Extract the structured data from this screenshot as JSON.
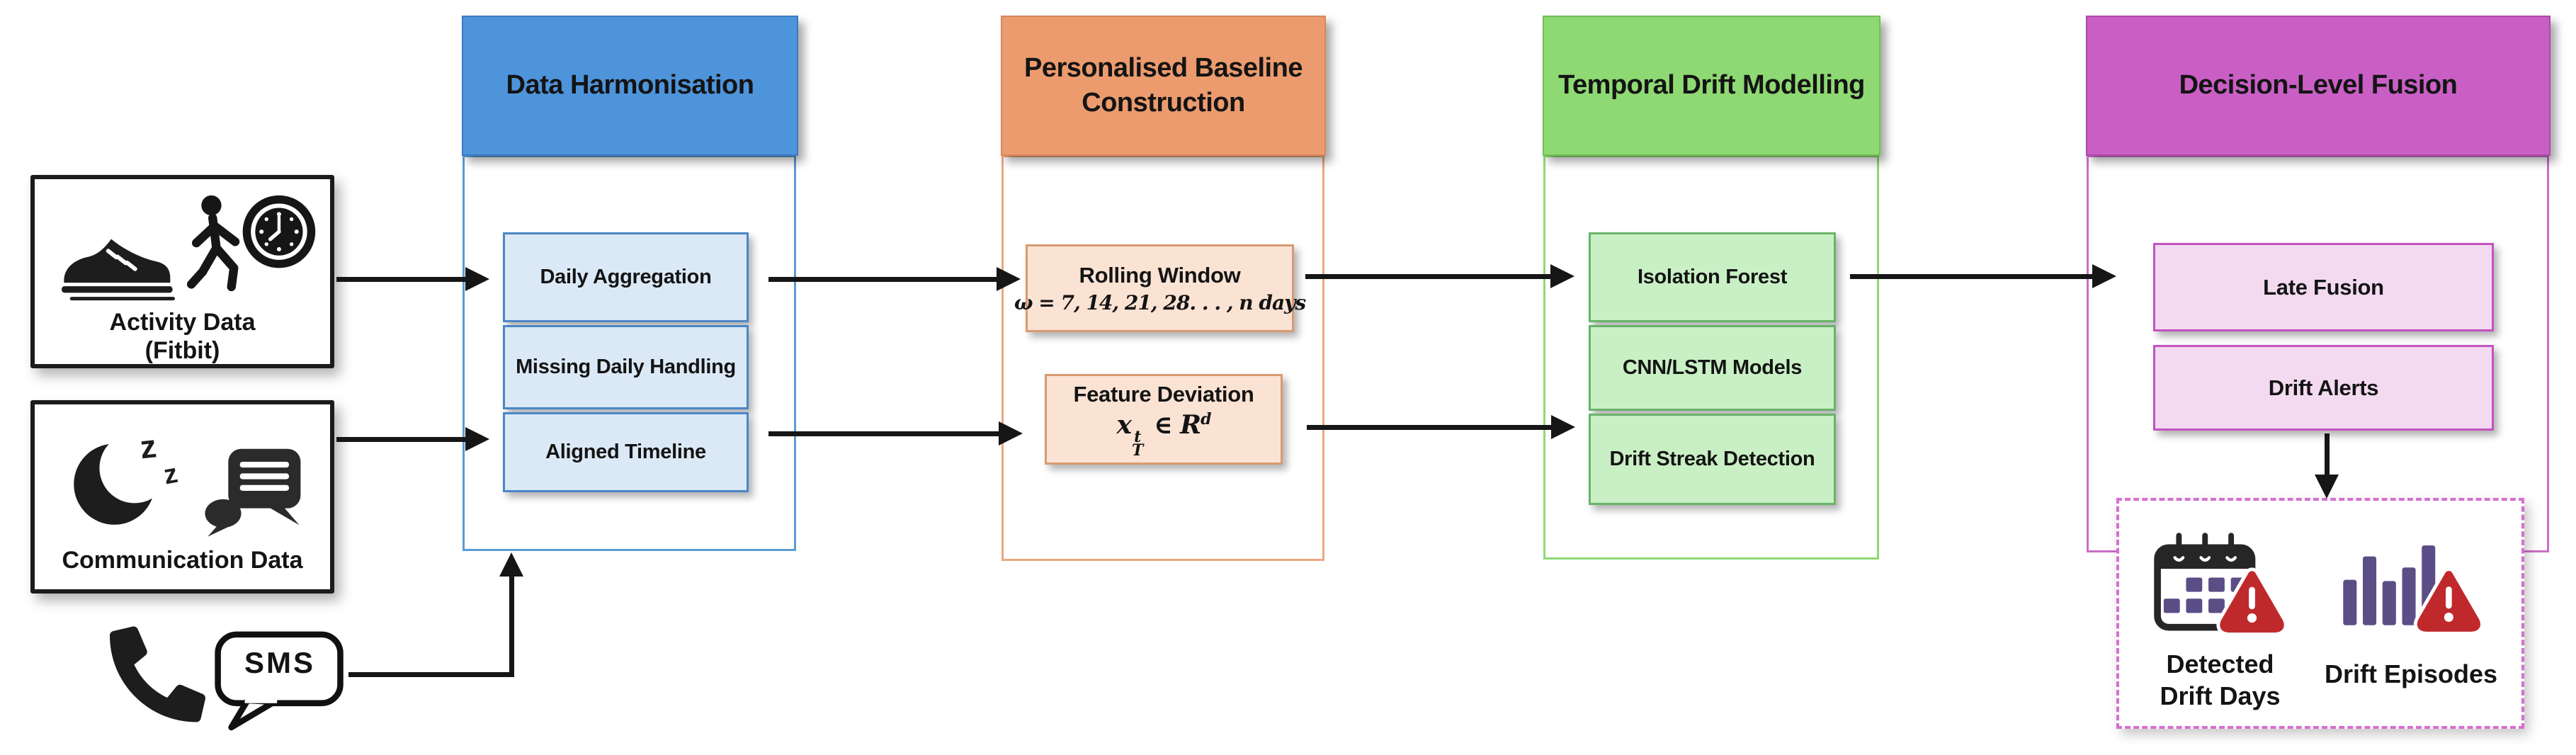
{
  "palette": {
    "harmonisation_header": "#4E94DB",
    "harmonisation_item": "#DBE9F7",
    "baseline_header": "#EC9B6E",
    "baseline_item": "#FBE3D4",
    "drift_header": "#8ED973",
    "drift_item": "#C9F0C4",
    "fusion_header": "#C95FC5",
    "fusion_item": "#F3DAF1",
    "dashed_border": "#D66FD0",
    "alert_red": "#C0292C",
    "bar_purple": "#5B4E86",
    "arrow_black": "#161616"
  },
  "inputs": {
    "activity": {
      "line1": "Activity Data",
      "line2": "(Fitbit)"
    },
    "communication": {
      "label": "Communication Data"
    },
    "sms": {
      "label": "SMS"
    }
  },
  "harmonisation": {
    "title": "Data Harmonisation",
    "item1": "Daily Aggregation",
    "item2": "Missing Daily Handling",
    "item3": "Aligned Timeline"
  },
  "baseline": {
    "title": "Personalised Baseline Construction",
    "rolling_title": "Rolling Window",
    "rolling_formula": "ω = 7, 14, 21, 28. . . , n days",
    "feature_title": "Feature Deviation",
    "feature_var": "x",
    "feature_sup": "t",
    "feature_sub": "T",
    "feature_in": "∈",
    "feature_set": "R",
    "feature_dim": "d"
  },
  "drift": {
    "title": "Temporal Drift Modelling",
    "item1": "Isolation Forest",
    "item2": "CNN/LSTM Models",
    "item3": "Drift Streak Detection"
  },
  "fusion": {
    "title": "Decision-Level Fusion",
    "item1": "Late Fusion",
    "item2": "Drift Alerts"
  },
  "outputs": {
    "detected_line1": "Detected",
    "detected_line2": "Drift Days",
    "episodes": "Drift Episodes"
  }
}
